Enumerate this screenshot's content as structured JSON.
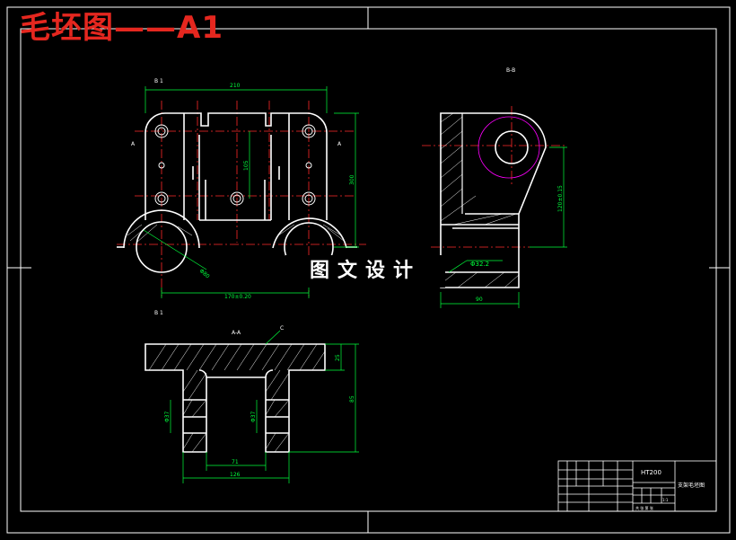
{
  "header_title": "毛坯图——A1",
  "watermark": "图文设计",
  "section_labels": {
    "front_top": "B 1",
    "front_bottom": "B 1",
    "side_view": "B-B",
    "section_aa": "A-A",
    "side_marker_left": "A",
    "side_marker_right": "A",
    "leader_c": "C"
  },
  "dimensions": {
    "front_width": "210",
    "front_inner_height": "105",
    "front_overall_height": "300",
    "bore_diameter": "Φ80",
    "center_distance": "170±0.20",
    "side_height": "120±0.15",
    "side_width": "90",
    "side_hole": "Φ32.2",
    "section_top": "25",
    "section_height": "85",
    "section_left_hole": "Φ37",
    "section_mid_hole": "Φ37",
    "section_inner_width": "71",
    "section_total_width": "126"
  },
  "title_block": {
    "material": "HT200",
    "part_name": "支架毛坯图",
    "scale": "1:1",
    "sheet": "共 张 第 张"
  },
  "colors": {
    "background": "#000000",
    "outline": "#ffffff",
    "centerline": "#ff2a2a",
    "dimension": "#00ff3c",
    "hatch": "#ffffff",
    "hidden": "#ff00ff",
    "frame": "#ffffff",
    "title_red": "#e5271f"
  }
}
